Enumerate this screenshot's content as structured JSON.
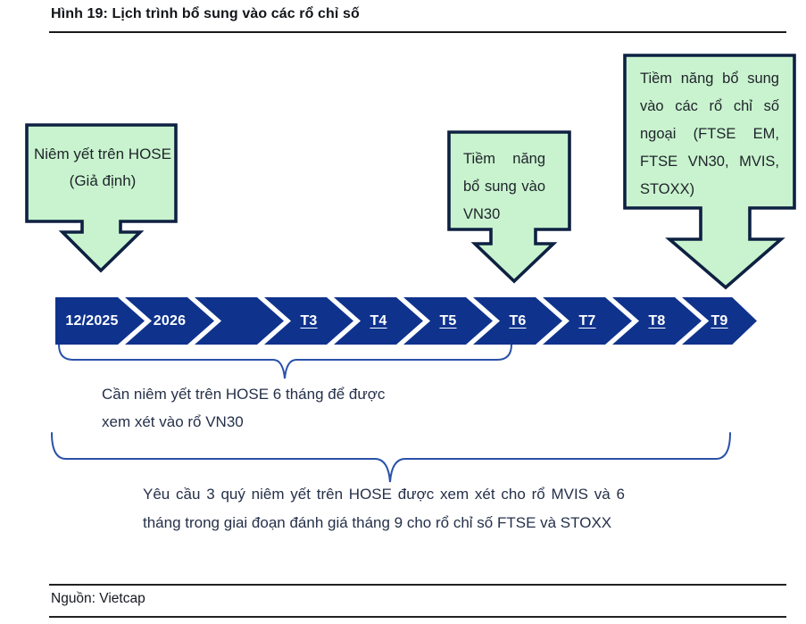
{
  "figure": {
    "title": "Hình 19: Lịch trình bổ sung vào các rổ chỉ số",
    "source": "Nguồn: Vietcap"
  },
  "callouts": [
    {
      "id": "hose",
      "text": "Niêm yết trên HOSE (Giả định)"
    },
    {
      "id": "vn30",
      "text": "Tiềm năng bổ sung vào VN30"
    },
    {
      "id": "foreign",
      "text": "Tiềm năng bổ sung vào các rổ chỉ số ngoại (FTSE EM, FTSE VN30, MVIS, STOXX)"
    }
  ],
  "timeline": {
    "labels": [
      "12/2025",
      "2026",
      "",
      "T3",
      "T4",
      "T5",
      "T6",
      "T7",
      "T8",
      "T9"
    ]
  },
  "annotations": [
    {
      "id": "vn30-rule",
      "text": "Cần niêm yết trên HOSE 6 tháng để được xem xét vào rổ VN30"
    },
    {
      "id": "foreign-rule",
      "text": "Yêu cầu 3 quý niêm yết trên HOSE được xem xét cho rổ MVIS và 6 tháng trong giai đoạn đánh giá tháng 9 cho rổ chỉ số FTSE và STOXX"
    }
  ],
  "colors": {
    "chevron_blue": "#0f338d",
    "callout_green": "#c9f3ce",
    "callout_border": "#0e2142",
    "brace_blue": "#2a52a8"
  }
}
